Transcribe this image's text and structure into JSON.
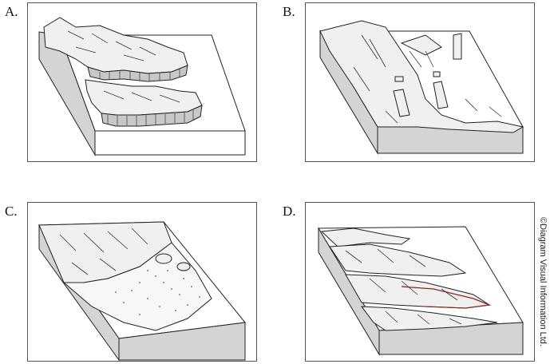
{
  "panels": [
    {
      "label": "A."
    },
    {
      "label": "B."
    },
    {
      "label": "C."
    },
    {
      "label": "D."
    }
  ],
  "credit": "©Diagram Visual Information Ltd.",
  "colors": {
    "block_side": "#d4d4d4",
    "surface": "#f0f0f0",
    "outline": "#222222",
    "stipple": "#333333",
    "accent_line": "#8b2a1e"
  }
}
